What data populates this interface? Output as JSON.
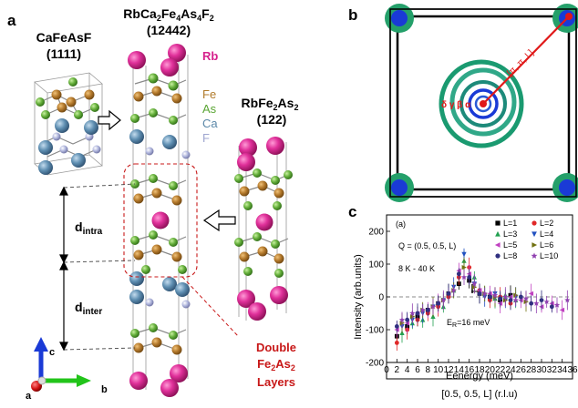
{
  "panel_a": {
    "letter": "a",
    "compound_1111": {
      "name": "CaFeAsF",
      "code": "(1111)"
    },
    "compound_12442": {
      "name_prefix": "RbCa",
      "sub1": "2",
      "name_mid1": "Fe",
      "sub2": "4",
      "name_mid2": "As",
      "sub3": "4",
      "name_mid3": "F",
      "sub4": "2",
      "code": "(12442)"
    },
    "compound_122": {
      "name_prefix": "RbFe",
      "sub1": "2",
      "name_mid": "As",
      "sub2": "2",
      "code": "(122)"
    },
    "element_legend": [
      {
        "label": "Rb",
        "color": "#d6218c"
      },
      {
        "label": "Fe",
        "color": "#b07a2a"
      },
      {
        "label": "As",
        "color": "#5aa534"
      },
      {
        "label": "Ca",
        "color": "#5b88a8"
      },
      {
        "label": "F",
        "color": "#9fa6d0"
      }
    ],
    "d_intra": {
      "main": "d",
      "sub": "intra"
    },
    "d_inter": {
      "main": "d",
      "sub": "inter"
    },
    "layers_label": {
      "line1": "Double",
      "line2_main": "Fe",
      "line2_sub1": "2",
      "line2_mid": "As",
      "line2_sub2": "2",
      "line3": "Layers"
    },
    "axes": {
      "c": "c",
      "a": "a",
      "b": "b"
    }
  },
  "panel_b": {
    "letter": "b",
    "pi_label": "[π, π, L]",
    "greek_label": "δ γ β α"
  },
  "panel_c": {
    "letter": "c",
    "inner_label": "(a)",
    "q_label": "Q = (0.5, 0.5, L)",
    "temp_label": "8 K - 40 K",
    "er_label": "E",
    "er_sub": "R",
    "er_value": "=16 meV"
  },
  "chart_data": {
    "type": "scatter",
    "xlabel": "Eenergy (meV)",
    "xlabel2": "[0.5, 0.5, L] (r.l.u)",
    "ylabel": "Intensity (arb.units)",
    "xlim": [
      0,
      36
    ],
    "ylim": [
      -200,
      250
    ],
    "xticks": [
      "0",
      "2",
      "4",
      "6",
      "8",
      "10",
      "12",
      "14",
      "16",
      "18",
      "20",
      "22",
      "24",
      "26",
      "28",
      "30",
      "32",
      "34",
      "36"
    ],
    "yticks": [
      "-200",
      "-100",
      "0",
      "100",
      "200"
    ],
    "series": [
      {
        "name": "L=1",
        "color": "#000000",
        "marker": "square",
        "x": [
          2,
          4,
          6,
          8,
          10,
          12,
          14,
          16,
          18,
          20,
          22,
          24
        ],
        "y": [
          -120,
          -90,
          -60,
          -40,
          -20,
          10,
          40,
          50,
          10,
          0,
          -10,
          5
        ]
      },
      {
        "name": "L=2",
        "color": "#e02828",
        "marker": "circle",
        "x": [
          2,
          4,
          6,
          8,
          10,
          12,
          14,
          16,
          18,
          20,
          22,
          24
        ],
        "y": [
          -140,
          -100,
          -70,
          -50,
          -30,
          0,
          60,
          90,
          20,
          -10,
          0,
          -20
        ]
      },
      {
        "name": "L=3",
        "color": "#22a050",
        "marker": "triangle-up",
        "x": [
          3,
          5,
          7,
          9,
          11,
          13,
          15,
          17,
          19,
          21,
          23,
          25
        ],
        "y": [
          -110,
          -80,
          -70,
          -60,
          -30,
          20,
          110,
          60,
          10,
          -5,
          5,
          -10
        ]
      },
      {
        "name": "L=4",
        "color": "#2050c0",
        "marker": "triangle-down",
        "x": [
          3,
          5,
          7,
          9,
          11,
          13,
          15,
          17,
          19,
          21,
          23,
          25
        ],
        "y": [
          -90,
          -70,
          -50,
          -30,
          -10,
          30,
          130,
          40,
          0,
          10,
          -10,
          0
        ]
      },
      {
        "name": "L=5",
        "color": "#c040c0",
        "marker": "triangle-left",
        "x": [
          2,
          4,
          6,
          8,
          10,
          12,
          14,
          16,
          18,
          20,
          22,
          24,
          26,
          28,
          30,
          32,
          34
        ],
        "y": [
          -100,
          -80,
          -50,
          -40,
          -20,
          10,
          80,
          70,
          20,
          10,
          -20,
          0,
          -10,
          10,
          -30,
          -20,
          -40
        ]
      },
      {
        "name": "L=6",
        "color": "#707010",
        "marker": "triangle-right",
        "x": [
          3,
          5,
          7,
          9,
          11,
          13,
          15,
          17,
          19,
          21,
          23,
          25,
          27
        ],
        "y": [
          -80,
          -60,
          -40,
          -30,
          -10,
          20,
          90,
          30,
          10,
          0,
          -10,
          5,
          -15
        ]
      },
      {
        "name": "L=8",
        "color": "#303080",
        "marker": "circle",
        "x": [
          2,
          4,
          6,
          8,
          10,
          12,
          14,
          16,
          18,
          20,
          22,
          24,
          26,
          28,
          30,
          32
        ],
        "y": [
          -90,
          -70,
          -50,
          -40,
          -20,
          10,
          70,
          60,
          10,
          0,
          -5,
          -10,
          0,
          -20,
          -10,
          -30
        ]
      },
      {
        "name": "L=10",
        "color": "#9040b0",
        "marker": "star",
        "x": [
          3,
          5,
          7,
          9,
          11,
          13,
          15,
          17,
          19,
          21,
          23,
          25,
          27,
          29,
          31,
          33,
          35
        ],
        "y": [
          -70,
          -50,
          -40,
          -30,
          -10,
          20,
          60,
          40,
          10,
          5,
          0,
          -10,
          -5,
          -20,
          -15,
          -25,
          -10
        ]
      }
    ]
  }
}
